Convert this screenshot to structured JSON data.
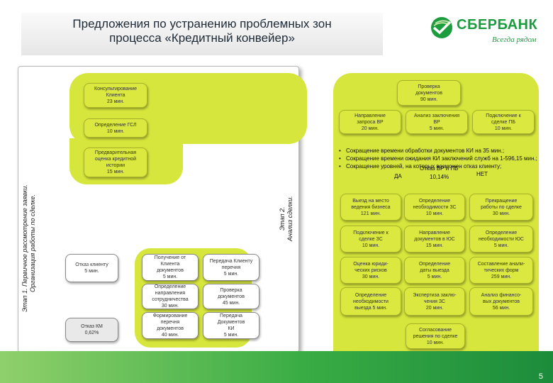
{
  "header": {
    "title_line1": "Предложения по устранению проблемных зон",
    "title_line2": "процесса «Кредитный конвейер»"
  },
  "logo": {
    "name": "СБЕРБАНК",
    "tagline": "Всегда рядом"
  },
  "stage1": {
    "label_line1": "Этап 1.   Первичное рассмотрение заявки.",
    "label_line2": "Организация работы по сделке."
  },
  "stage2": {
    "label_line1": "Этап 2.",
    "label_line2": "Анализ сделки."
  },
  "boxes": [
    {
      "id": "consult",
      "text": "Консультирование\nКлиента\n23 мин."
    },
    {
      "id": "gsl",
      "text": "Определение ГСЛ\n10 мин."
    },
    {
      "id": "prelim",
      "text": "Предварительная\nоценка кредитной\nистории\n15 мин."
    },
    {
      "id": "refuse-client",
      "text": "Отказ клиенту\n5 мин."
    },
    {
      "id": "refuse-km",
      "text": "Отказ КМ\n0,62%"
    },
    {
      "id": "receive-docs",
      "text": "Получение от\nКлиента\nдокументов\n5 мин."
    },
    {
      "id": "define-direction",
      "text": "Определение\nнаправления\nсотрудничества\n30 мин."
    },
    {
      "id": "form-list",
      "text": "Формирование\nперечня\nдокументов\n40 мин."
    },
    {
      "id": "transfer-list",
      "text": "Передача Клиенту\nперечня\n5 мин."
    },
    {
      "id": "check-docs-45",
      "text": "Проверка\nдокументов\n45 мин."
    },
    {
      "id": "transfer-docs-ki",
      "text": "Передача\nДокументов\nКИ\n5 мин."
    },
    {
      "id": "check-docs-90",
      "text": "Проверка\nдокументов\n90 мин."
    },
    {
      "id": "send-vr",
      "text": "Направление\nзапроса ВР\n20 мин."
    },
    {
      "id": "vr-analysis",
      "text": "Анализ заключения\nВР\n5 мин."
    },
    {
      "id": "connect-pb",
      "text": "Подключение к\nсделке ПБ\n10 мин."
    },
    {
      "id": "site-visit",
      "text": "Выезд на место\nведения бизнеса\n121 мин."
    },
    {
      "id": "need-zs",
      "text": "Определение\nнеобходимости ЗС\n10 мин."
    },
    {
      "id": "stop-work",
      "text": "Прекращение\nработы по сделке\n30 мин."
    },
    {
      "id": "connect-zs",
      "text": "Подключение к\nсделке ЗС\n10 мин."
    },
    {
      "id": "send-docs-ios",
      "text": "Направление\nдокументов в ЮС\n15 мин."
    },
    {
      "id": "need-ios",
      "text": "Определение\nнеобходимости ЮС\n5 мин."
    },
    {
      "id": "legal-risks",
      "text": "Оценка юриди-\nческих рисков\n30 мин."
    },
    {
      "id": "visit-date",
      "text": "Определение\nдаты выезда\n5 мин."
    },
    {
      "id": "analytic-forms",
      "text": "Составление анали-\nтических форм\n259 мин."
    },
    {
      "id": "need-visit",
      "text": "Определение\nнеобходимости\nвыезда 5 мин."
    },
    {
      "id": "expert-zs",
      "text": "Экспертиза заклю-\nчения ЗС\n20 мин."
    },
    {
      "id": "fin-analysis",
      "text": "Анализ финансо-\nвых документов\n56 мин."
    },
    {
      "id": "approve",
      "text": "Согласование\nрешения по сделке\n10 мин."
    }
  ],
  "proposals": [
    "Сокращение времени обработки документов КИ на 35 мин.;",
    "Сокращение времени ожидания КИ заключений служб на 1-596,15 мин.;",
    "Сокращение уровней, на которых возможен отказ клиенту;"
  ],
  "overlays": {
    "refuse_vr_pb": "Отказ ВР и ПБ",
    "yes": "ДА",
    "no": "НЕТ",
    "percent": "10,14%"
  },
  "footer": {
    "page": "5"
  },
  "colors": {
    "brand_green": "#1b9c3e",
    "highlight": "#d7e63c",
    "footer_green": "#39ac44"
  }
}
